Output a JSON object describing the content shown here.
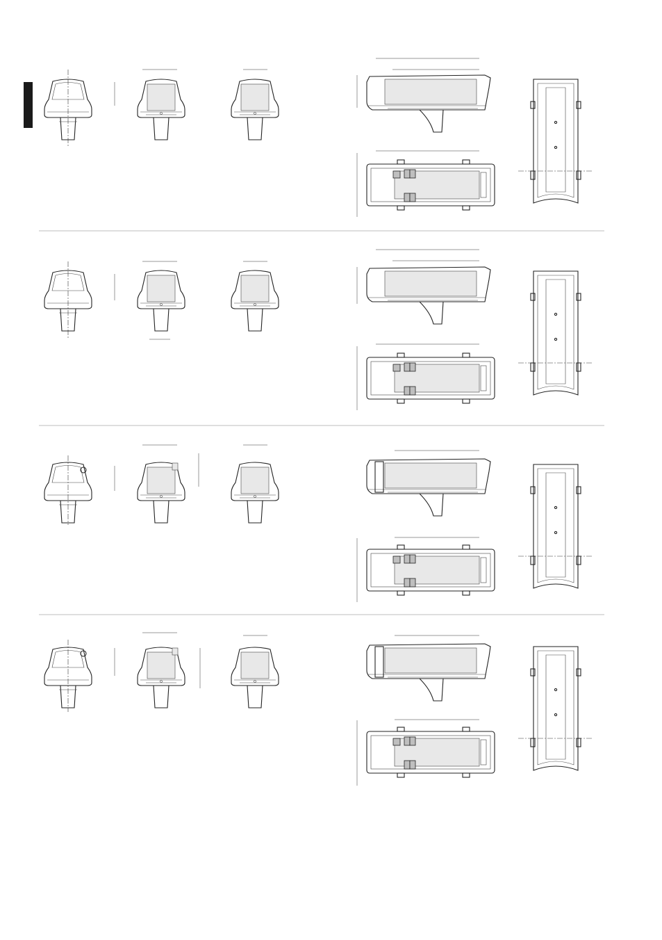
{
  "page": {
    "section_tab": {
      "label": "",
      "color": "#1a1a1a"
    },
    "separator_color": "#bdbdbd",
    "drawing_color": "#222222",
    "shaded_area_color": "#e8e8e8"
  },
  "drawing_rows": [
    {
      "id": "row-1",
      "variant": "standard-housing"
    },
    {
      "id": "row-2",
      "variant": "standard-housing-offset-support"
    },
    {
      "id": "row-3",
      "variant": "housing-with-rear-gland"
    },
    {
      "id": "row-4",
      "variant": "housing-with-rear-gland-offset-support"
    }
  ]
}
